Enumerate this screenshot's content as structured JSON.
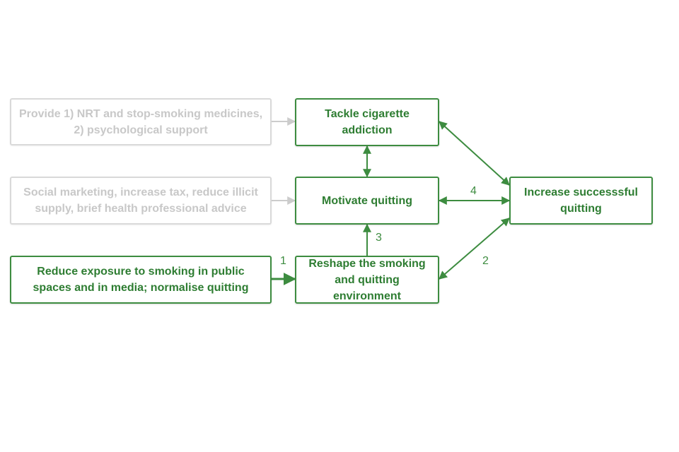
{
  "colors": {
    "accent": "#3d8c40",
    "text_green": "#2e7d32",
    "faded_border": "#d9d9d9",
    "faded_text": "#c8c8c8",
    "faded_arrow": "#cccccc"
  },
  "nodes": {
    "provide_nrt": "Provide 1) NRT and stop-smoking medicines, 2) psychological support",
    "social_marketing": "Social marketing, increase tax, reduce illicit supply, brief health professional advice",
    "reduce_exposure": "Reduce exposure to smoking in public spaces and in media; normalise quitting",
    "tackle_addiction": "Tackle cigarette addiction",
    "motivate_quitting": "Motivate quitting",
    "reshape_environment": "Reshape the smoking and quitting environment",
    "increase_quitting": "Increase successsful quitting"
  },
  "edge_labels": {
    "one": "1",
    "two": "2",
    "three": "3",
    "four": "4"
  }
}
